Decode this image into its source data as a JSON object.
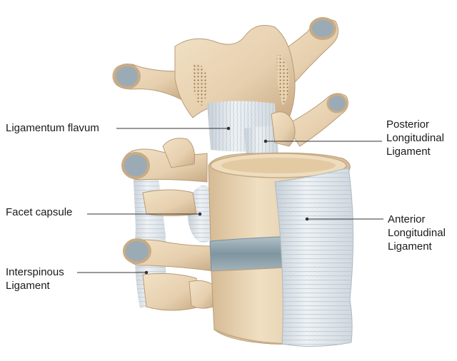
{
  "labels": {
    "ligamentum_flavum": "Ligamentum flavum",
    "facet_capsule": "Facet capsule",
    "interspinous": "Interspinous\nLigament",
    "posterior_longitudinal": "Posterior\nLongitudinal\nLigament",
    "anterior_longitudinal": "Anterior\nLongitudinal\nLigament"
  },
  "colors": {
    "bone": "#ead5b5",
    "bone_shadow": "#c9ab85",
    "bone_dark": "#a88a66",
    "ligament": "#d9e0e6",
    "ligament_line": "#b4bfc8",
    "disc": "#8fa4ae",
    "canal": "#98a8b2",
    "leader": "#333333"
  }
}
